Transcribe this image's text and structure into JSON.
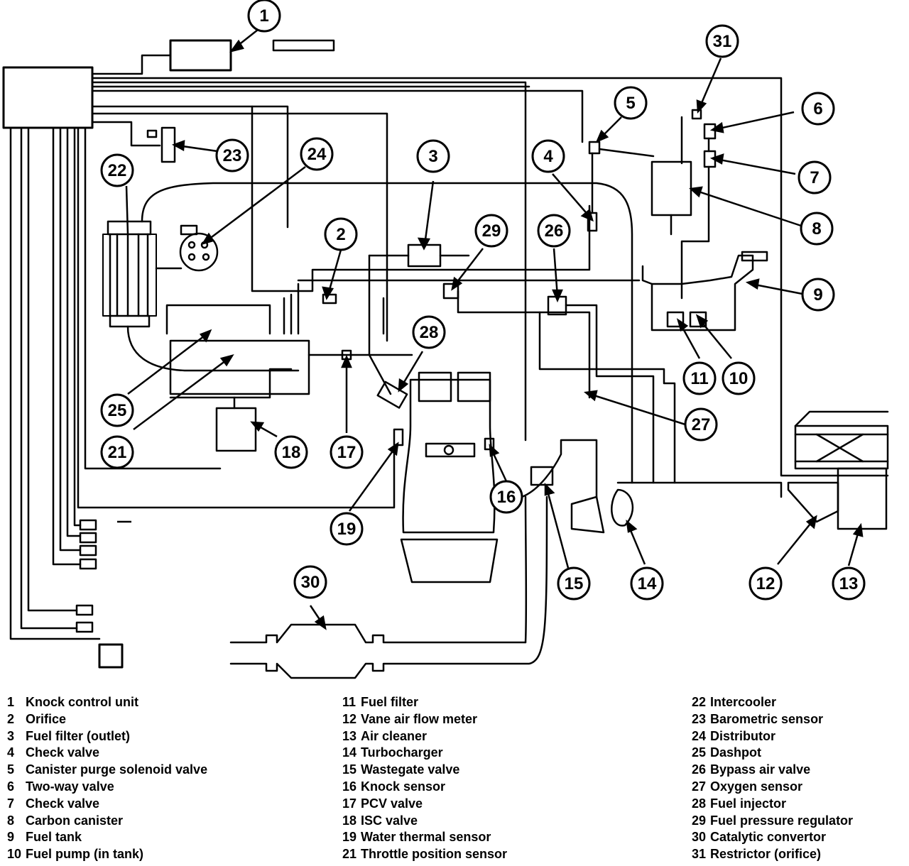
{
  "callouts": [
    {
      "id": 1,
      "label": "1"
    },
    {
      "id": 2,
      "label": "2"
    },
    {
      "id": 3,
      "label": "3"
    },
    {
      "id": 4,
      "label": "4"
    },
    {
      "id": 5,
      "label": "5"
    },
    {
      "id": 6,
      "label": "6"
    },
    {
      "id": 7,
      "label": "7"
    },
    {
      "id": 8,
      "label": "8"
    },
    {
      "id": 9,
      "label": "9"
    },
    {
      "id": 10,
      "label": "10"
    },
    {
      "id": 11,
      "label": "11"
    },
    {
      "id": 12,
      "label": "12"
    },
    {
      "id": 13,
      "label": "13"
    },
    {
      "id": 14,
      "label": "14"
    },
    {
      "id": 15,
      "label": "15"
    },
    {
      "id": 16,
      "label": "16"
    },
    {
      "id": 17,
      "label": "17"
    },
    {
      "id": 18,
      "label": "18"
    },
    {
      "id": 19,
      "label": "19"
    },
    {
      "id": 21,
      "label": "21"
    },
    {
      "id": 22,
      "label": "22"
    },
    {
      "id": 23,
      "label": "23"
    },
    {
      "id": 24,
      "label": "24"
    },
    {
      "id": 25,
      "label": "25"
    },
    {
      "id": 26,
      "label": "26"
    },
    {
      "id": 27,
      "label": "27"
    },
    {
      "id": 28,
      "label": "28"
    },
    {
      "id": 29,
      "label": "29"
    },
    {
      "id": 30,
      "label": "30"
    },
    {
      "id": 31,
      "label": "31"
    }
  ],
  "legend": {
    "col1": [
      {
        "num": "1",
        "text": "Knock control unit"
      },
      {
        "num": "2",
        "text": "Orifice"
      },
      {
        "num": "3",
        "text": "Fuel filter (outlet)"
      },
      {
        "num": "4",
        "text": "Check valve"
      },
      {
        "num": "5",
        "text": "Canister purge solenoid valve"
      },
      {
        "num": "6",
        "text": "Two-way valve"
      },
      {
        "num": "7",
        "text": "Check valve"
      },
      {
        "num": "8",
        "text": "Carbon canister"
      },
      {
        "num": "9",
        "text": "Fuel tank"
      },
      {
        "num": "10",
        "text": "Fuel pump (in tank)"
      }
    ],
    "col2": [
      {
        "num": "11",
        "text": "Fuel filter"
      },
      {
        "num": "12",
        "text": "Vane air flow meter"
      },
      {
        "num": "13",
        "text": "Air cleaner"
      },
      {
        "num": "14",
        "text": "Turbocharger"
      },
      {
        "num": "15",
        "text": "Wastegate valve"
      },
      {
        "num": "16",
        "text": "Knock sensor"
      },
      {
        "num": "17",
        "text": "PCV valve"
      },
      {
        "num": "18",
        "text": "ISC valve"
      },
      {
        "num": "19",
        "text": "Water thermal  sensor"
      },
      {
        "num": "21",
        "text": "Throttle position sensor"
      }
    ],
    "col3": [
      {
        "num": "22",
        "text": "Intercooler"
      },
      {
        "num": "23",
        "text": "Barometric sensor"
      },
      {
        "num": "24",
        "text": "Distributor"
      },
      {
        "num": "25",
        "text": "Dashpot"
      },
      {
        "num": "26",
        "text": "Bypass air valve"
      },
      {
        "num": "27",
        "text": "Oxygen sensor"
      },
      {
        "num": "28",
        "text": "Fuel injector"
      },
      {
        "num": "29",
        "text": "Fuel pressure regulator"
      },
      {
        "num": "30",
        "text": "Catalytic convertor"
      },
      {
        "num": "31",
        "text": "Restrictor (orifice)"
      }
    ]
  }
}
